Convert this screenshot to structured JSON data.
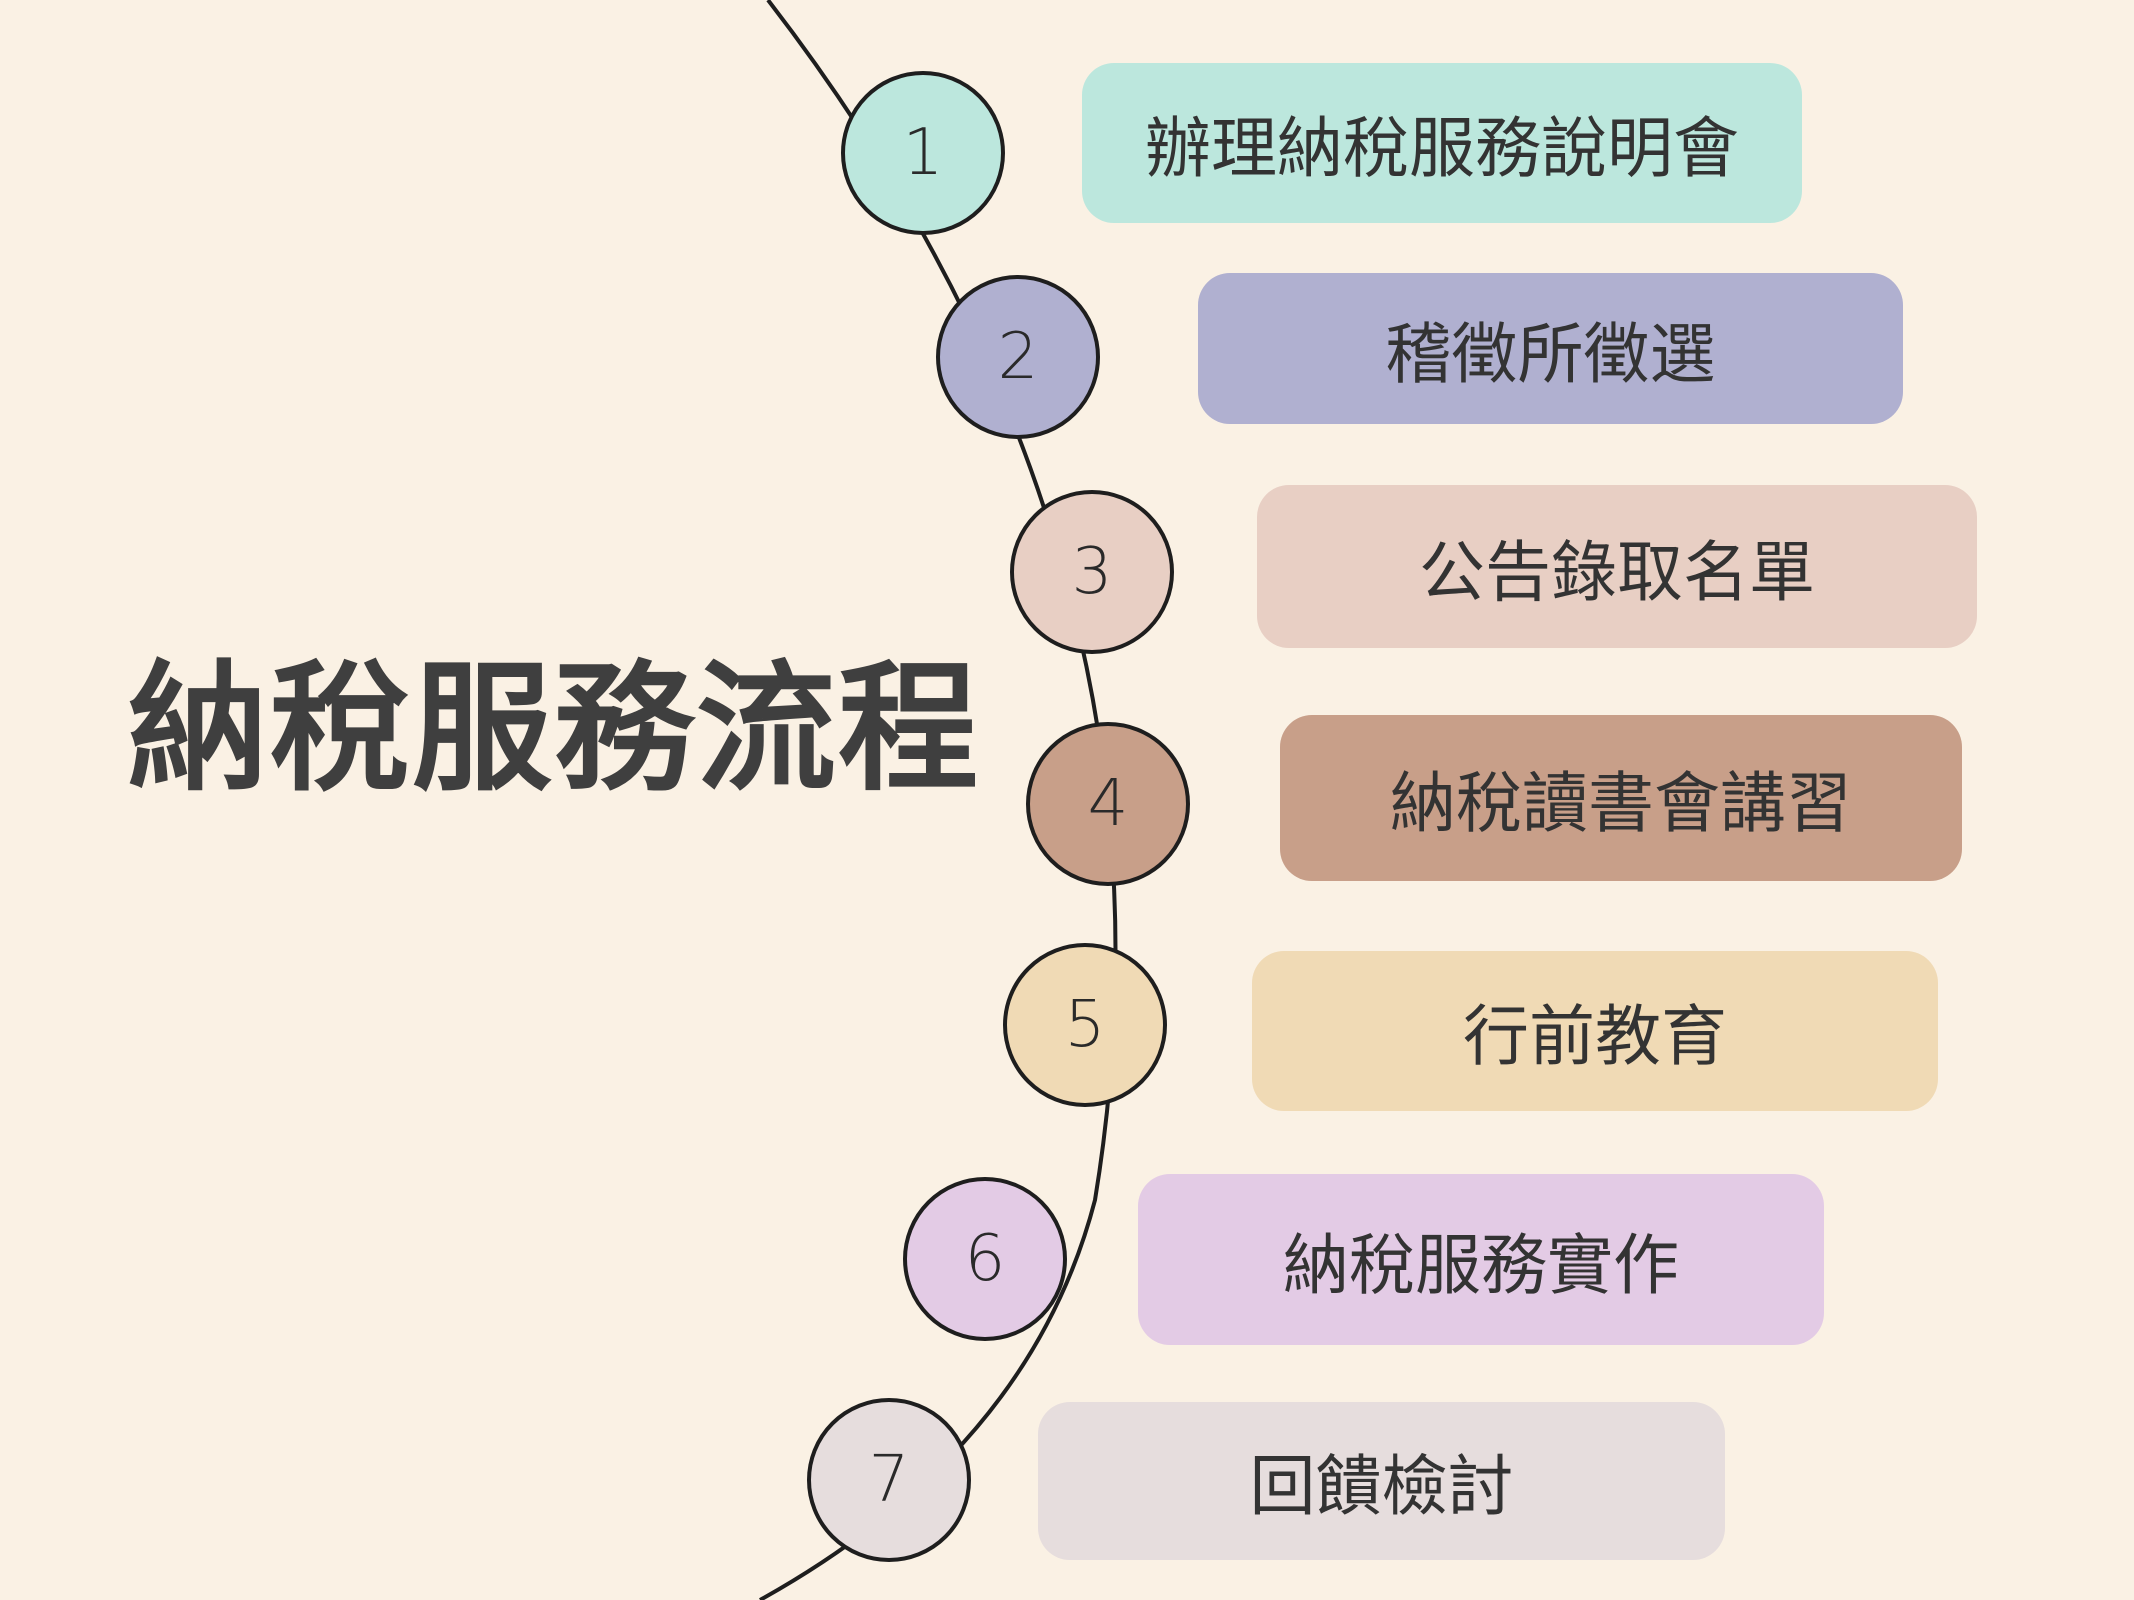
{
  "title": "納稅服務流程",
  "steps": [
    {
      "number": "1",
      "label": "辦理納稅服務說明會",
      "circle_color": "#bce7dd",
      "box_color": "#bce7dd"
    },
    {
      "number": "2",
      "label": "稽徵所徵選",
      "circle_color": "#b0b0d0",
      "box_color": "#b0b0d0"
    },
    {
      "number": "3",
      "label": "公告錄取名單",
      "circle_color": "#e8cfc4",
      "box_color": "#e8cfc4"
    },
    {
      "number": "4",
      "label": "納稅讀書會講習",
      "circle_color": "#c89f89",
      "box_color": "#c89f89"
    },
    {
      "number": "5",
      "label": "行前教育",
      "circle_color": "#f0dab5",
      "box_color": "#f0dab5"
    },
    {
      "number": "6",
      "label": "納稅服務實作",
      "circle_color": "#e3cbe5",
      "box_color": "#e3cbe5"
    },
    {
      "number": "7",
      "label": "回饋檢討",
      "circle_color": "#e6dddd",
      "box_color": "#e6dddd"
    }
  ]
}
